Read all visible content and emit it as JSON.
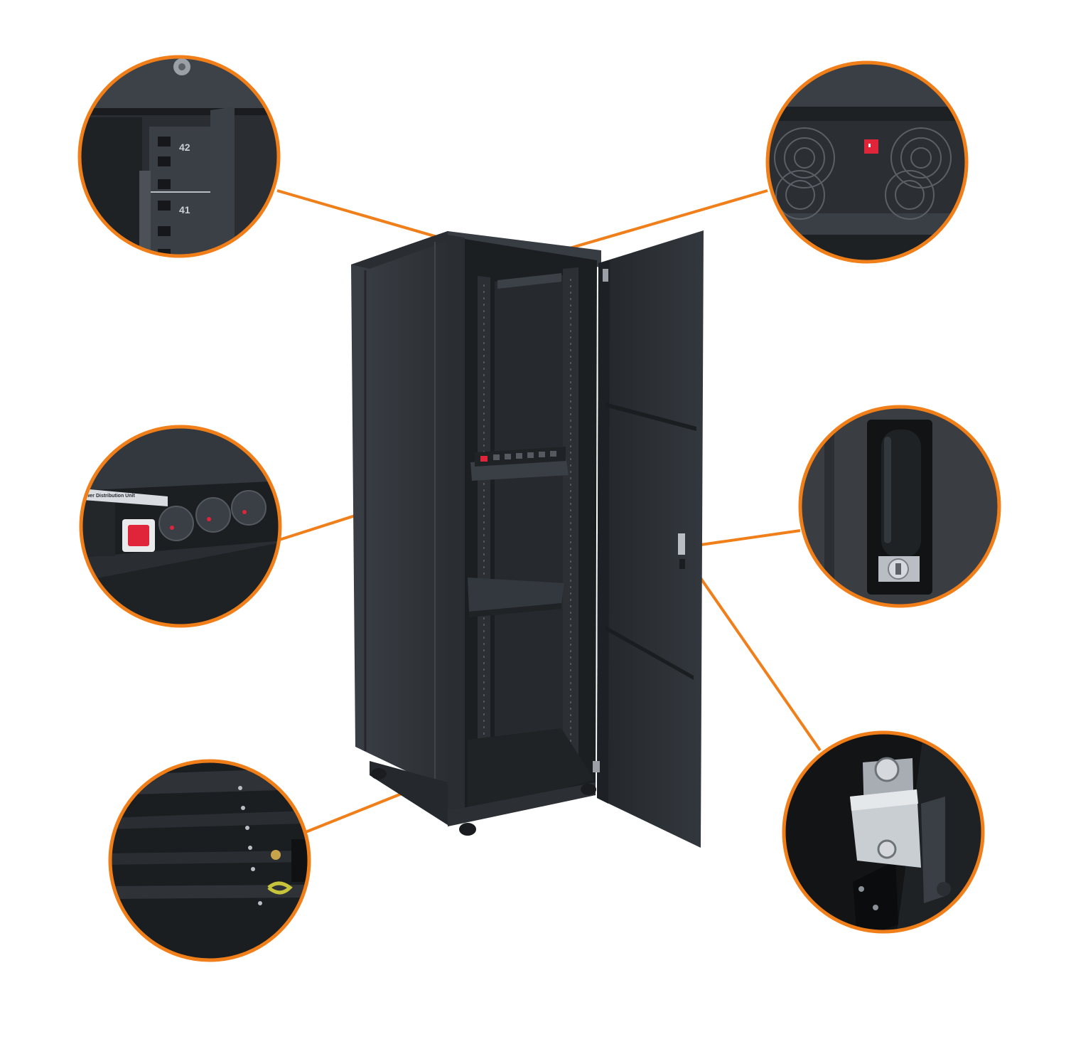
{
  "image": {
    "subject": "server-rack-cabinet",
    "colors": {
      "background": "#ffffff",
      "accent": "#f07f1a",
      "cabinet": "#2f3338",
      "cabinet_dark": "#1b1e21",
      "cabinet_light": "#4a5057",
      "metal": "#b9bec4",
      "switch_red": "#e0243a"
    }
  },
  "callouts": [
    {
      "id": "rack-rails",
      "rail_labels": [
        "42",
        "41"
      ]
    },
    {
      "id": "fan-unit"
    },
    {
      "id": "pdu-shelf",
      "pdu_label": "Power Distribution Unit"
    },
    {
      "id": "door-handle"
    },
    {
      "id": "floor-base"
    },
    {
      "id": "door-hinge"
    }
  ]
}
